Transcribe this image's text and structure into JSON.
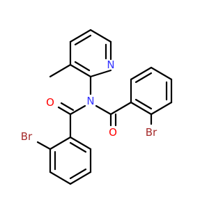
{
  "molecule": {
    "atoms": {
      "n_amide": {
        "symbol": "N",
        "color": "#3333ff"
      },
      "n_pyridine": {
        "symbol": "N",
        "color": "#3333ff"
      },
      "o_left": {
        "symbol": "O",
        "color": "#ff0000"
      },
      "o_right": {
        "symbol": "O",
        "color": "#ff0000"
      },
      "br_left": {
        "symbol": "Br",
        "color": "#a52a2a"
      },
      "br_right": {
        "symbol": "Br",
        "color": "#a52a2a"
      }
    },
    "bond_color": "#000000",
    "background": "#ffffff"
  }
}
